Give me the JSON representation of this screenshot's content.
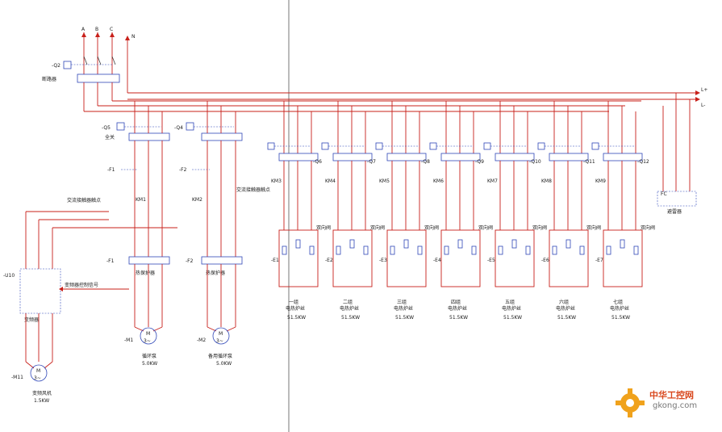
{
  "phases": [
    "A",
    "B",
    "C",
    "N"
  ],
  "labels": {
    "main_switch": "-Q2",
    "main_switch_name": "断路器",
    "bus_plus": "L+",
    "bus_minus": "L-",
    "q5": "-Q5",
    "q5_note": "全关",
    "q4": "-Q4",
    "f1": "-F1",
    "f2": "-F2",
    "km1_note": "交流接触器触点",
    "km2_note": "交流接触器触点",
    "km1": "KM1",
    "km2": "KM2",
    "fr1": "-F1",
    "fr2": "-F2",
    "fr1_note": "热保护器",
    "fr2_note": "热保护器",
    "u10": "-U10",
    "vfd_name": "变频器",
    "vfd_signal": "变频器控制信号",
    "m1_tag": "-M1",
    "m1_name": "循环泵",
    "m1_power": "5.0KW",
    "m2_tag": "-M2",
    "m2_name": "备用循环泵",
    "m2_power": "5.0KW",
    "m11_tag": "-M11",
    "m11_name": "变频风机",
    "m11_power": "1.5KW",
    "motor_symbol": "M",
    "motor_phase": "3~",
    "lightning": "避雷器",
    "lightning_tag": "FC"
  },
  "heater_groups": [
    {
      "q": "-Q6",
      "km": "KM3",
      "e": "-E1",
      "relay": "双向阀",
      "name": "一组",
      "desc": "电热炉丝",
      "power": "51.5KW"
    },
    {
      "q": "-Q7",
      "km": "KM4",
      "e": "-E2",
      "relay": "双向阀",
      "name": "二组",
      "desc": "电热炉丝",
      "power": "51.5KW"
    },
    {
      "q": "-Q8",
      "km": "KM5",
      "e": "-E3",
      "relay": "双向阀",
      "name": "三组",
      "desc": "电热炉丝",
      "power": "51.5KW"
    },
    {
      "q": "-Q9",
      "km": "KM6",
      "e": "-E4",
      "relay": "双向阀",
      "name": "四组",
      "desc": "电热炉丝",
      "power": "51.5KW"
    },
    {
      "q": "-Q10",
      "km": "KM7",
      "e": "-E5",
      "relay": "双向阀",
      "name": "五组",
      "desc": "电热炉丝",
      "power": "51.5KW"
    },
    {
      "q": "-Q11",
      "km": "KM8",
      "e": "-E6",
      "relay": "双向阀",
      "name": "六组",
      "desc": "电热炉丝",
      "power": "51.5KW"
    },
    {
      "q": "-Q12",
      "km": "KM9",
      "e": "-E7",
      "relay": "双向阀",
      "name": "七组",
      "desc": "电热炉丝",
      "power": "51.5KW"
    }
  ],
  "watermark": {
    "title": "中华工控网",
    "url": "gkong.com"
  }
}
